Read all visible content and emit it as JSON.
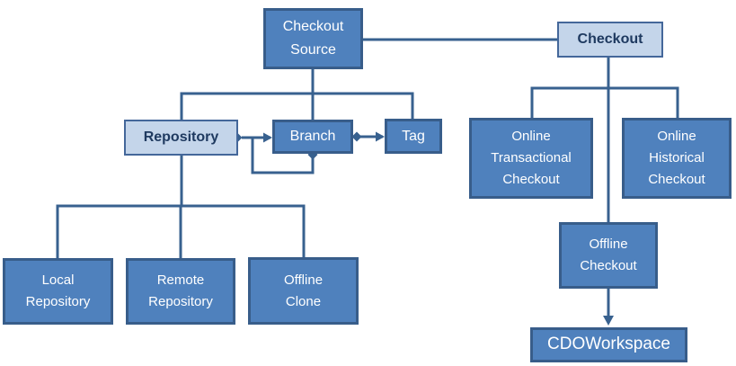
{
  "diagram": {
    "type": "hierarchy-diagram",
    "colors": {
      "node_fill": "#4f81bd",
      "node_border": "#385d8a",
      "node_text": "#ffffff",
      "highlight_fill": "#c4d5ea",
      "highlight_border": "#44679a",
      "highlight_text": "#1f3a60",
      "connector": "#38618f"
    },
    "nodes": {
      "checkout_source": {
        "label": "Checkout\nSource",
        "style": "dark"
      },
      "checkout": {
        "label": "Checkout",
        "style": "light"
      },
      "repository": {
        "label": "Repository",
        "style": "light"
      },
      "branch": {
        "label": "Branch",
        "style": "dark"
      },
      "tag": {
        "label": "Tag",
        "style": "dark"
      },
      "online_transactional": {
        "label": "Online\nTransactional\nCheckout",
        "style": "dark"
      },
      "online_historical": {
        "label": "Online\nHistorical\nCheckout",
        "style": "dark"
      },
      "local_repository": {
        "label": "Local\nRepository",
        "style": "dark"
      },
      "remote_repository": {
        "label": "Remote\nRepository",
        "style": "dark"
      },
      "offline_clone": {
        "label": "Offline\nClone",
        "style": "dark"
      },
      "offline_checkout": {
        "label": "Offline\nCheckout",
        "style": "dark"
      },
      "cdo_workspace": {
        "label": "CDOWorkspace",
        "style": "dark"
      }
    },
    "edges": [
      {
        "from": "checkout_source",
        "to": "checkout",
        "type": "association"
      },
      {
        "from": "checkout_source",
        "to": "repository",
        "type": "tree"
      },
      {
        "from": "checkout_source",
        "to": "branch",
        "type": "tree"
      },
      {
        "from": "checkout_source",
        "to": "tag",
        "type": "tree"
      },
      {
        "from": "repository",
        "to": "branch",
        "type": "containment-arrow"
      },
      {
        "from": "branch",
        "to": "branch",
        "type": "containment-self-loop"
      },
      {
        "from": "branch",
        "to": "tag",
        "type": "containment-arrow"
      },
      {
        "from": "repository",
        "to": "local_repository",
        "type": "tree"
      },
      {
        "from": "repository",
        "to": "remote_repository",
        "type": "tree"
      },
      {
        "from": "repository",
        "to": "offline_clone",
        "type": "tree"
      },
      {
        "from": "checkout",
        "to": "online_transactional",
        "type": "tree"
      },
      {
        "from": "checkout",
        "to": "online_historical",
        "type": "tree"
      },
      {
        "from": "checkout",
        "to": "offline_checkout",
        "type": "tree"
      },
      {
        "from": "offline_checkout",
        "to": "cdo_workspace",
        "type": "arrow"
      }
    ]
  }
}
